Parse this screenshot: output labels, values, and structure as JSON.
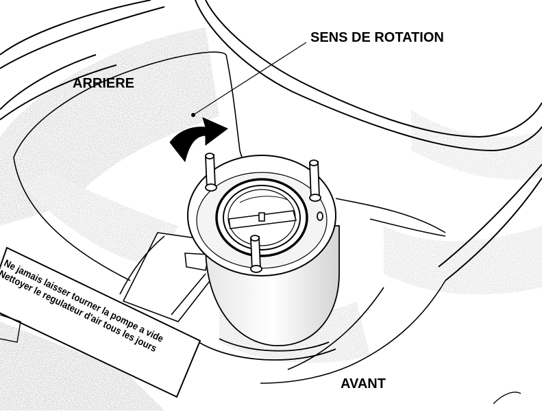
{
  "labels": {
    "rotation": "SENS DE ROTATION",
    "rear": "ARRIERE",
    "front": "AVANT"
  },
  "warning_sticker": {
    "line1": "Ne jamais laisser tourner la pompe a vide",
    "line2": "Nettoyer le regulateur d'air tous les jours"
  },
  "icons": {
    "rotation_arrow": "curved-arrow-icon"
  },
  "colors": {
    "ink": "#000000",
    "paper": "#ffffff",
    "shade": "#d9d9d9"
  }
}
